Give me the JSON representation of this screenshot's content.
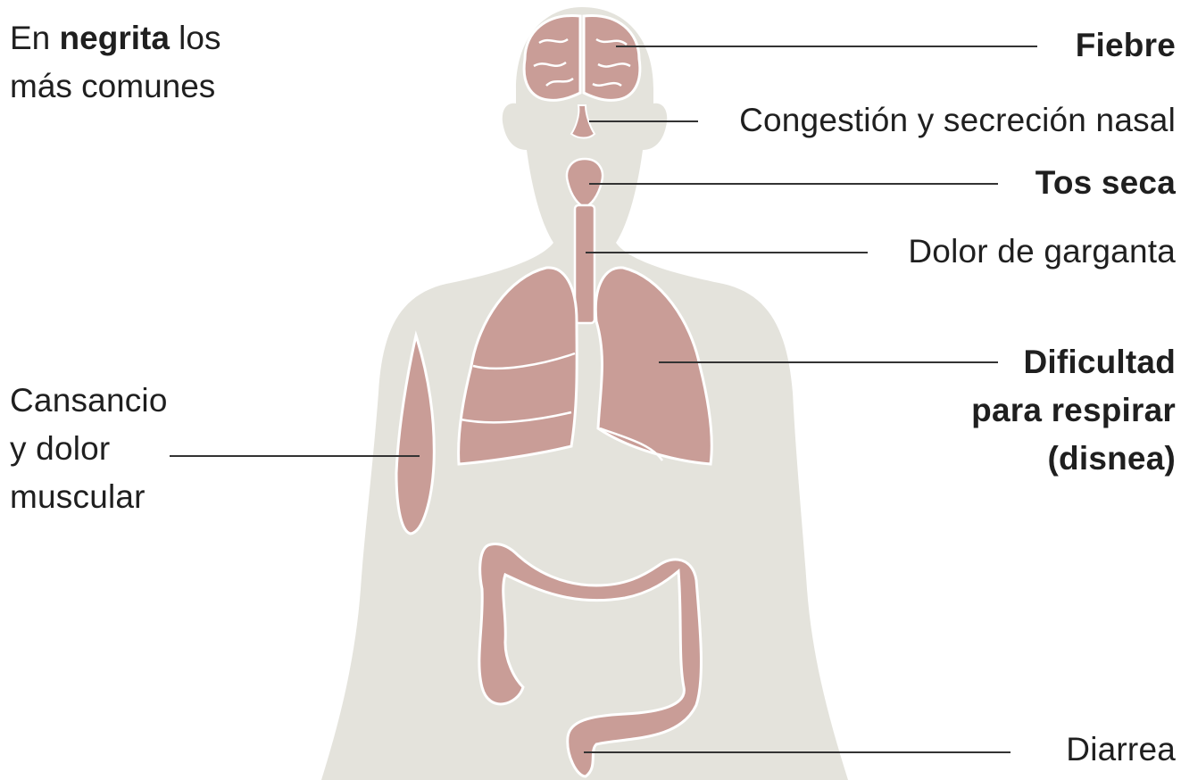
{
  "note": {
    "prefix": "En ",
    "bold": "negrita",
    "suffix": " los",
    "line2": "más comunes"
  },
  "colors": {
    "body_silhouette": "#e4e3dc",
    "organ_fill": "#c99d97",
    "organ_outline": "#ffffff",
    "leader_line": "#333333",
    "text": "#1f1f1f"
  },
  "symptoms": {
    "fever": {
      "label": "Fiebre",
      "common": true,
      "organ": "brain"
    },
    "congestion": {
      "label": "Congestión y secreción nasal",
      "common": false,
      "organ": "nose"
    },
    "dry_cough": {
      "label": "Tos seca",
      "common": true,
      "organ": "throat"
    },
    "sore_throat": {
      "label": "Dolor de garganta",
      "common": false,
      "organ": "trachea"
    },
    "dyspnea": {
      "lines": [
        "Dificultad",
        "para respirar",
        "(disnea)"
      ],
      "common": true,
      "organ": "lungs"
    },
    "fatigue": {
      "lines": [
        "Cansancio",
        "y dolor",
        "muscular"
      ],
      "common": false,
      "organ": "arm-muscle"
    },
    "diarrhea": {
      "label": "Diarrea",
      "common": false,
      "organ": "intestine"
    }
  }
}
